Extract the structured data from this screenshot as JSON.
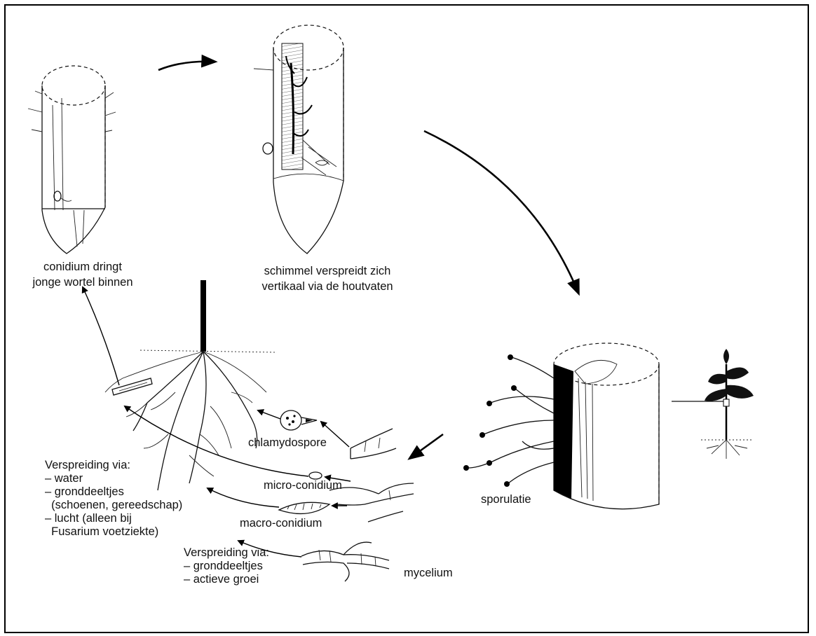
{
  "labels": {
    "stage_1": [
      "conidium dringt",
      "jonge wortel binnen"
    ],
    "stage_2": [
      "schimmel verspreidt zich",
      "vertikaal via de houtvaten"
    ],
    "sporulation": "sporulatie",
    "chlamydospore": "chlamydospore",
    "micro_conidium": "micro-conidium",
    "macro_conidium": "macro-conidium",
    "mycelium": "mycelium",
    "spread_spores": {
      "heading": "Verspreiding via:",
      "items": [
        "– water",
        "– gronddeeltjes",
        "  (schoenen, gereedschap)",
        "– lucht (alleen bij",
        "  Fusarium voetziekte)"
      ]
    },
    "spread_mycelium": {
      "heading": "Verspreiding via:",
      "items": [
        "– gronddeeltjes",
        "– actieve groei"
      ]
    }
  },
  "colors": {
    "ink": "#111111",
    "background": "#ffffff"
  }
}
